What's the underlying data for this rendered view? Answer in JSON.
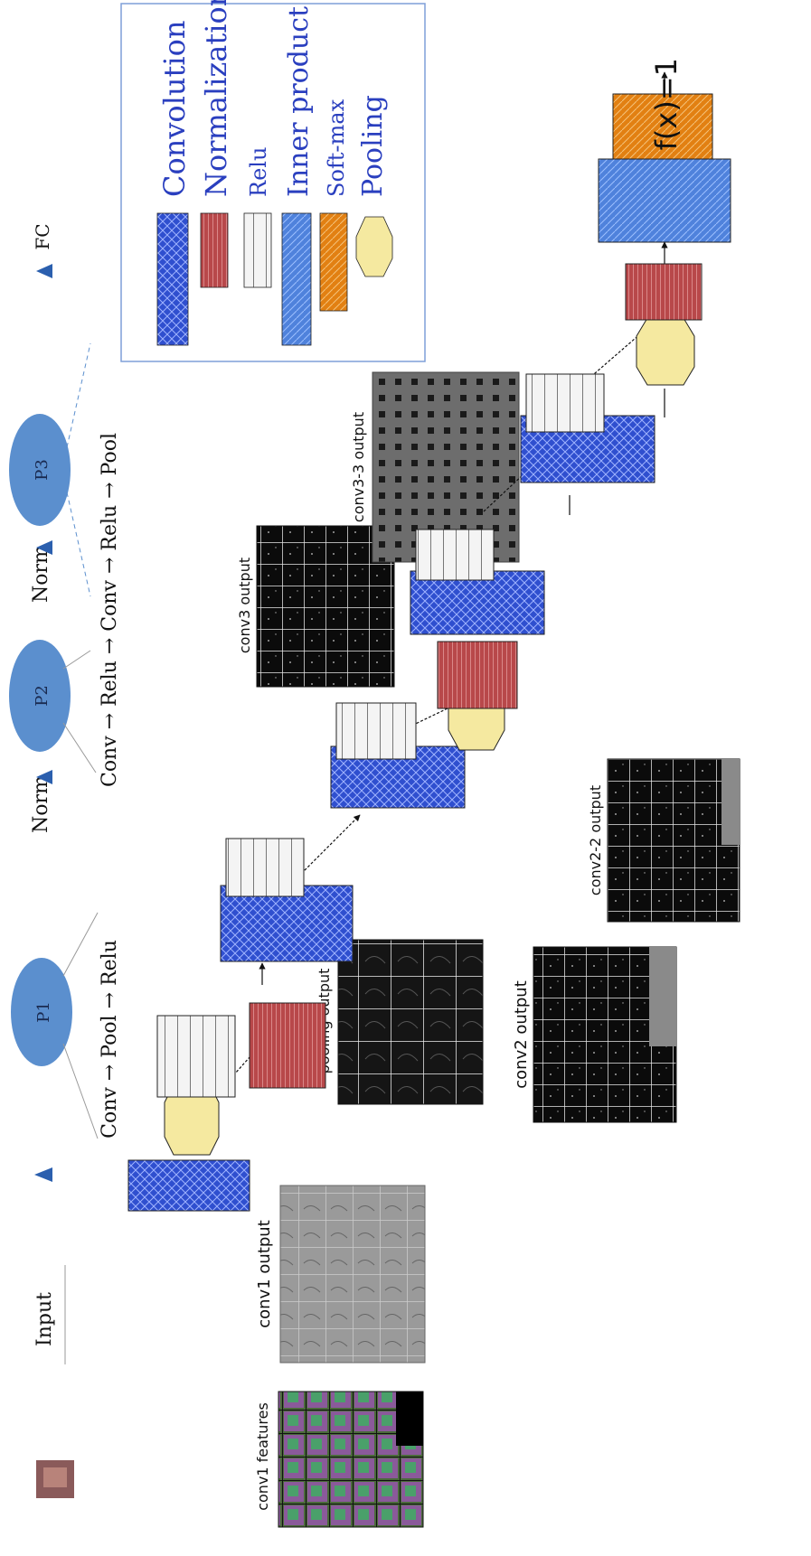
{
  "top_flow": {
    "input_label": "Input",
    "p1_label": "P1",
    "p2_label": "P2",
    "p3_label": "P3",
    "norm1_label": "Norm",
    "norm2_label": "Norm",
    "fc_label": "FC",
    "p1_detail": "Conv → Pool → Relu",
    "p2_detail": "Conv → Relu → Conv → Relu → Pool"
  },
  "legend": {
    "title_items": [
      {
        "label": "Convolution",
        "pattern": "conv"
      },
      {
        "label": "Normalization",
        "pattern": "norm"
      },
      {
        "label": "Relu",
        "pattern": "relu"
      },
      {
        "label": "Inner product",
        "pattern": "inner"
      },
      {
        "label": "Soft-max",
        "pattern": "softmax"
      },
      {
        "label": "Pooling",
        "pattern": "pool"
      }
    ]
  },
  "panels": {
    "conv1_features": "conv1 features",
    "conv1_output": "conv1 output",
    "pooling_output": "pooling output",
    "conv2_output": "conv2 output",
    "conv22_output": "conv2-2 output",
    "conv3_output": "conv3 output",
    "conv33_output": "conv3-3 output"
  },
  "output_label": "f(x)=1",
  "colors": {
    "conv": "#2f4fcf",
    "norm": "#c0392b",
    "relu": "#f0f0f0",
    "inner": "#4f7fd8",
    "softmax": "#e07a10",
    "pool": "#f5e9a0",
    "node": "#5b8fce"
  }
}
